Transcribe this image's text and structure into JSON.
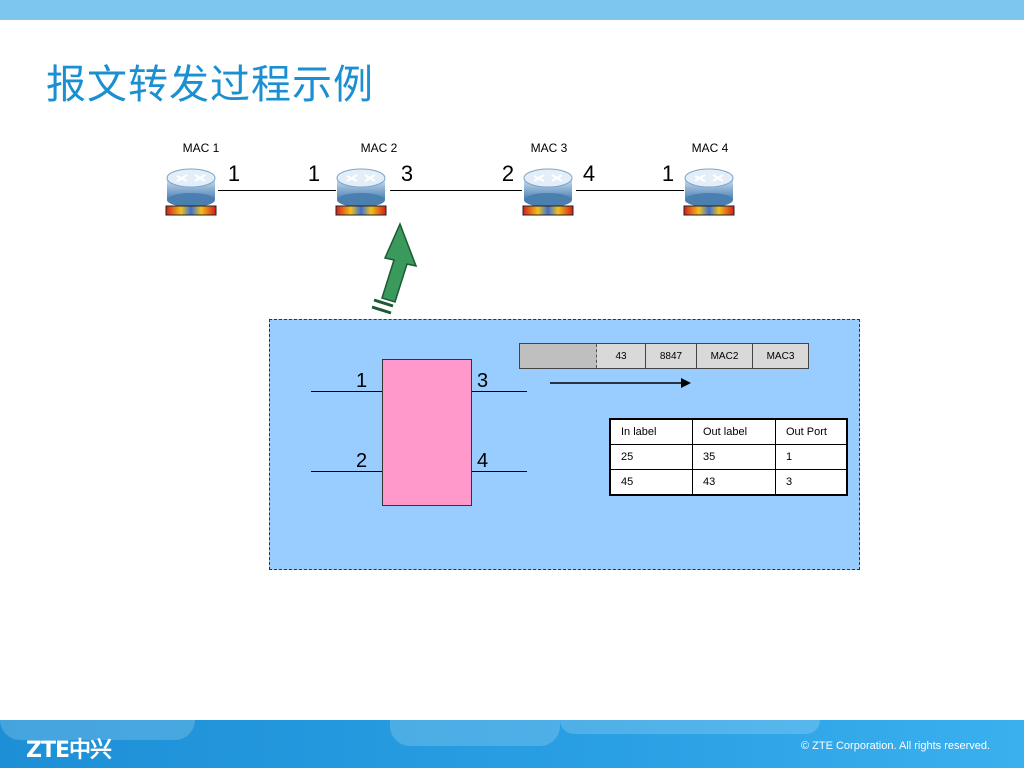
{
  "slide": {
    "title": "报文转发过程示例",
    "copyright": "© ZTE Corporation. All rights reserved.",
    "logo": "ZTE中兴"
  },
  "topology": {
    "routers": [
      {
        "mac": "MAC 1"
      },
      {
        "mac": "MAC 2"
      },
      {
        "mac": "MAC 3"
      },
      {
        "mac": "MAC 4"
      }
    ],
    "ports": [
      "1",
      "1",
      "3",
      "2",
      "4",
      "1"
    ]
  },
  "switch_detail": {
    "ports": {
      "p1": "1",
      "p2": "2",
      "p3": "3",
      "p4": "4"
    },
    "packet_fields": [
      "43",
      "8847",
      "MAC2",
      "MAC3"
    ],
    "table": {
      "headers": [
        "In label",
        "Out label",
        "Out Port"
      ],
      "rows": [
        [
          "25",
          "35",
          "1"
        ],
        [
          "45",
          "43",
          "3"
        ]
      ]
    }
  },
  "colors": {
    "title": "#1a8fd1",
    "panel": "#99ccff",
    "switch": "#ff99cc",
    "arrow": "#3a9a5c"
  }
}
